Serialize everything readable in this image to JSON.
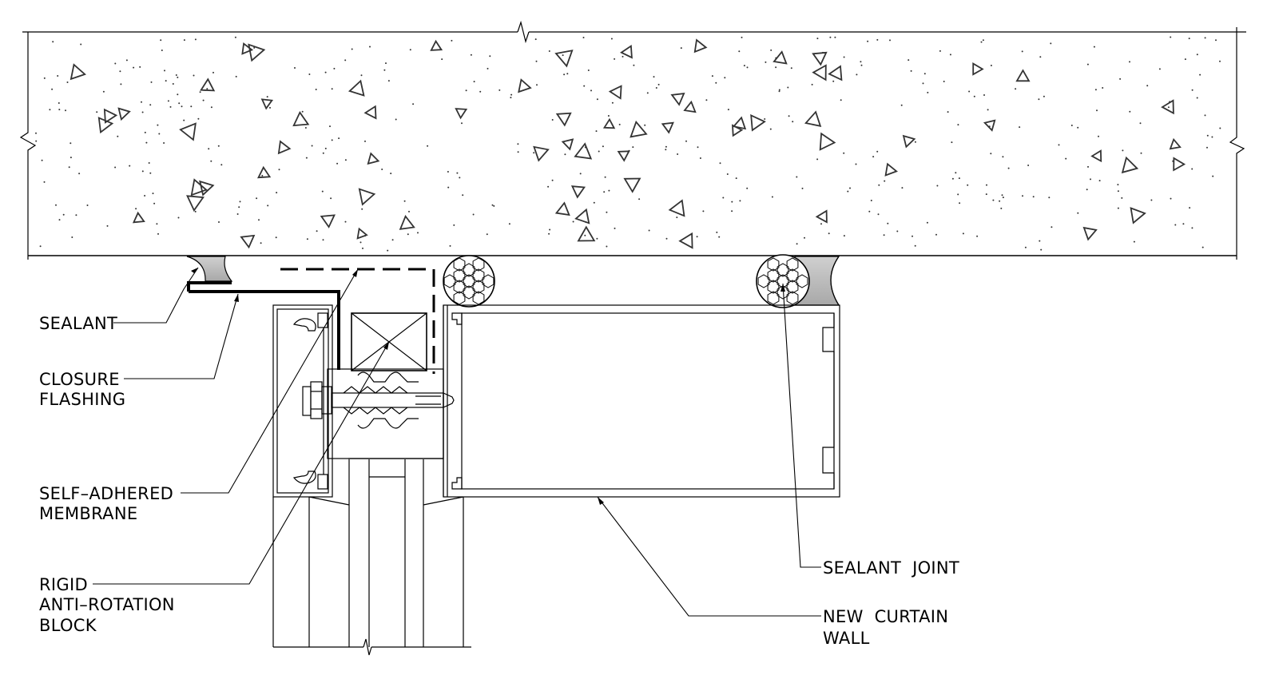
{
  "labels": {
    "sealant": "SEALANT",
    "closure_flashing": [
      "CLOSURE",
      "FLASHING"
    ],
    "self_adhered_membrane": [
      "SELF–ADHERED",
      "MEMBRANE"
    ],
    "rigid_anti_rotation_block": [
      "RIGID",
      "ANTI–ROTATION",
      "BLOCK"
    ],
    "sealant_joint": "SEALANT  JOINT",
    "new_curtain_wall": [
      "NEW  CURTAIN",
      "WALL"
    ]
  },
  "colors": {
    "line": "#000000",
    "sealant_fill": "#b8b8b8",
    "background": "#ffffff"
  }
}
